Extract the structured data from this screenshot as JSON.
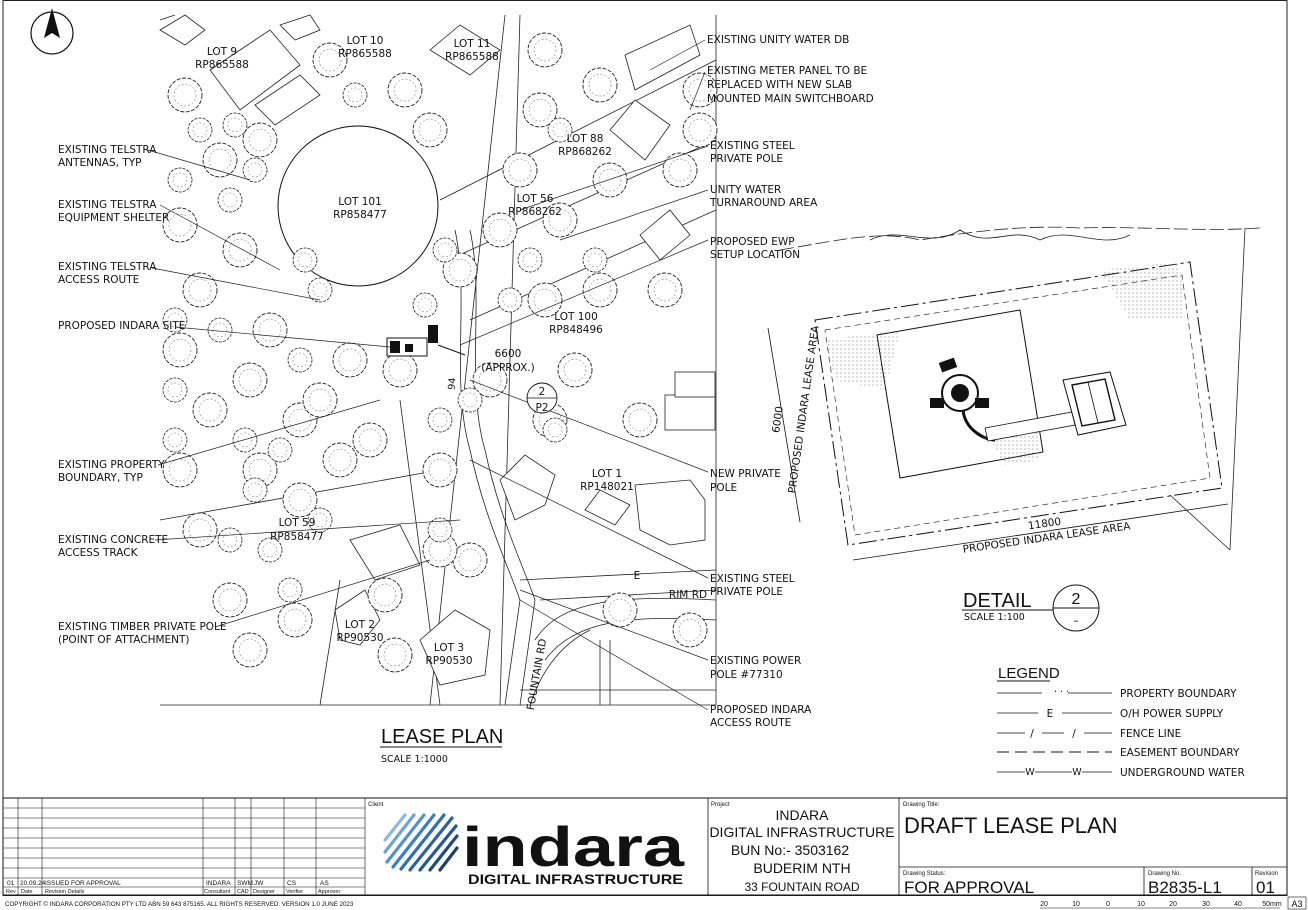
{
  "north_symbol": "N",
  "callouts_left": [
    {
      "line1": "EXISTING TELSTRA",
      "line2": "ANTENNAS, TYP"
    },
    {
      "line1": "EXISTING TELSTRA",
      "line2": "EQUIPMENT SHELTER"
    },
    {
      "line1": "EXISTING TELSTRA",
      "line2": "ACCESS ROUTE"
    },
    {
      "line1": "PROPOSED INDARA SITE",
      "line2": ""
    },
    {
      "line1": "EXISTING PROPERTY",
      "line2": "BOUNDARY, TYP"
    },
    {
      "line1": "EXISTING CONCRETE",
      "line2": "ACCESS TRACK"
    },
    {
      "line1": "EXISTING TIMBER PRIVATE POLE",
      "line2": "(POINT OF ATTACHMENT)"
    }
  ],
  "callouts_right": [
    {
      "line1": "EXISTING UNITY WATER DB",
      "line2": "",
      "line3": ""
    },
    {
      "line1": "EXISTING METER PANEL TO BE",
      "line2": "REPLACED WITH NEW SLAB",
      "line3": "MOUNTED MAIN SWITCHBOARD"
    },
    {
      "line1": "EXISTING STEEL",
      "line2": "PRIVATE POLE",
      "line3": ""
    },
    {
      "line1": "UNITY WATER",
      "line2": "TURNAROUND AREA",
      "line3": ""
    },
    {
      "line1": "PROPOSED EWP",
      "line2": "SETUP LOCATION",
      "line3": ""
    },
    {
      "line1": "NEW PRIVATE",
      "line2": "POLE",
      "line3": ""
    },
    {
      "line1": "EXISTING STEEL",
      "line2": "PRIVATE POLE",
      "line3": ""
    },
    {
      "line1": "EXISTING POWER",
      "line2": "POLE #77310",
      "line3": ""
    },
    {
      "line1": "PROPOSED INDARA",
      "line2": "ACCESS ROUTE",
      "line3": ""
    }
  ],
  "lots": [
    {
      "lot": "LOT 9",
      "rp": "RP865588"
    },
    {
      "lot": "LOT 10",
      "rp": "RP865588"
    },
    {
      "lot": "LOT 11",
      "rp": "RP865588"
    },
    {
      "lot": "LOT 88",
      "rp": "RP868262"
    },
    {
      "lot": "LOT 101",
      "rp": "RP858477"
    },
    {
      "lot": "LOT 56",
      "rp": "RP868262"
    },
    {
      "lot": "LOT 100",
      "rp": "RP848496"
    },
    {
      "lot": "LOT 1",
      "rp": "RP148021"
    },
    {
      "lot": "LOT 59",
      "rp": "RP858477"
    },
    {
      "lot": "LOT 2",
      "rp": "RP90530"
    },
    {
      "lot": "LOT 3",
      "rp": "RP90530"
    }
  ],
  "plan_annotations": {
    "dim_6600": "6600",
    "approx": "(APPROX.)",
    "detail_ref_num": "2",
    "detail_ref_sheet": "P2",
    "rim_rd": "RIM RD",
    "fountain_rd": "FOUNTAIN RD",
    "e_marker": "E",
    "small_94": "94"
  },
  "lease_plan": {
    "title": "LEASE PLAN",
    "scale": "SCALE 1:1000"
  },
  "detail_plan": {
    "title": "DETAIL",
    "scale": "SCALE 1:100",
    "ref_num": "2",
    "ref_sheet": "–",
    "dim_width": "11800",
    "dim_height": "6000",
    "label_bottom": "PROPOSED INDARA LEASE AREA",
    "label_side": "PROPOSED INDARA LEASE AREA"
  },
  "legend": {
    "title": "LEGEND",
    "items": [
      {
        "label": "PROPERTY BOUNDARY",
        "mark": ""
      },
      {
        "label": "O/H POWER SUPPLY",
        "mark": "E"
      },
      {
        "label": "FENCE LINE",
        "mark": "/"
      },
      {
        "label": "EASEMENT BOUNDARY",
        "mark": ""
      },
      {
        "label": "UNDERGROUND WATER",
        "mark": "W"
      }
    ]
  },
  "title_block": {
    "revision_row": {
      "rev": "01",
      "date": "20.09.24",
      "details": "ISSUED FOR APPROVAL",
      "consultant": "INDARA",
      "cad": "SWM",
      "designer": "JW",
      "verifier": "CS",
      "approver": "AS"
    },
    "revision_headers": {
      "rev": "Rev",
      "date": "Date",
      "details": "Revision Details",
      "consultant": "Consultant",
      "cad": "CAD",
      "designer": "Designer",
      "verifier": "Verifier",
      "approver": "Approver"
    },
    "client_label": "Client",
    "logo_word": "indara",
    "logo_sub": "DIGITAL INFRASTRUCTURE",
    "project_label": "Project",
    "project_lines": [
      "INDARA",
      "DIGITAL INFRASTRUCTURE",
      "BUN No:-  3503162",
      "BUDERIM NTH",
      "33 FOUNTAIN ROAD"
    ],
    "drawing_title_label": "Drawing Title:",
    "drawing_title": "DRAFT LEASE PLAN",
    "drawing_status_label": "Drawing Status:",
    "drawing_status": "FOR APPROVAL",
    "drawing_no_label": "Drawing No.",
    "drawing_no": "B2835-L1",
    "revision_label": "Revision",
    "revision": "01",
    "copyright": "COPYRIGHT © INDARA CORPORATION PTY LTD ABN 59 643 875165. ALL RIGHTS RESERVED. VERSION 1.0 JUNE 2023",
    "scale_bar_ticks": [
      "20",
      "10",
      "0",
      "10",
      "20",
      "30",
      "40",
      "50mm"
    ],
    "sheet_size": "A3"
  },
  "colors": {
    "logo_navy": "#1f2440",
    "logo_blue": "#3a7fc0"
  }
}
